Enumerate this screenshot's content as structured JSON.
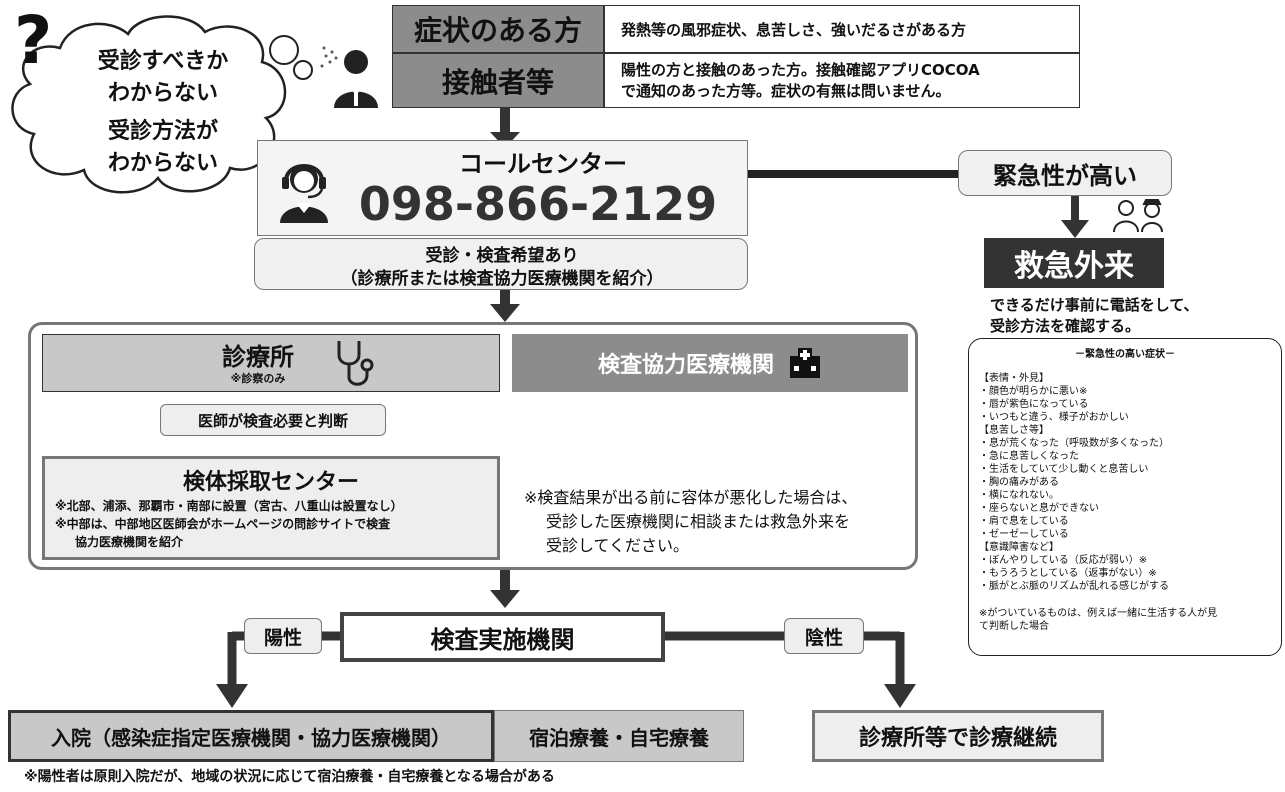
{
  "cloud": {
    "q1": "受診すべきか",
    "q2": "わからない",
    "q3": "受診方法が",
    "q4": "わからない"
  },
  "symptoms": {
    "label": "症状のある方",
    "desc": "発熱等の風邪症状、息苦しさ、強いだるさがある方"
  },
  "contact": {
    "label": "接触者等",
    "desc_line1": "陽性の方と接触のあった方。接触確認アプリCOCOA",
    "desc_line2": "で通知のあった方等。症状の有無は問いません。"
  },
  "call_center": {
    "title": "コールセンター",
    "phone": "098-866-2129"
  },
  "referral": {
    "line1": "受診・検査希望あり",
    "line2": "（診療所または検査協力医療機関を紹介）"
  },
  "urgent": {
    "label": "緊急性が高い",
    "er": "救急外来",
    "note1": "できるだけ事前に電話をして、",
    "note2": "受診方法を確認する。"
  },
  "urgent_box": {
    "title": "－緊急性の高い症状－",
    "lines": [
      "【表情・外見】",
      "・顔色が明らかに悪い※",
      "・唇が紫色になっている",
      "・いつもと違う、様子がおかしい",
      "【息苦しさ等】",
      "・息が荒くなった（呼吸数が多くなった）",
      "・急に息苦しくなった",
      "・生活をしていて少し動くと息苦しい",
      "・胸の痛みがある",
      "・横になれない。",
      "・座らないと息ができない",
      "・肩で息をしている",
      "・ゼーゼーしている",
      "【意識障害など】",
      "・ぼんやりしている（反応が弱い）※",
      "・もうろうとしている（返事がない）※",
      "・脈がとぶ脈のリズムが乱れる感じがする"
    ],
    "footnote1": "※がついているものは、例えば一緒に生活する人が見",
    "footnote2": "て判断した場合"
  },
  "clinic": {
    "label": "診療所",
    "sub": "※診察のみ",
    "doctor_judge": "医師が検査必要と判断"
  },
  "cooperating": {
    "label": "検査協力医療機関"
  },
  "specimen": {
    "title": "検体採取センター",
    "note1": "※北部、浦添、那覇市・南部に設置（宮古、八重山は設置なし）",
    "note2": "※中部は、中部地区医師会がホームページの問診サイトで検査",
    "note3": "協力医療機関を紹介"
  },
  "worsen": {
    "line1": "※検査結果が出る前に容体が悪化した場合は、",
    "line2": "受診した医療機関に相談または救急外来を",
    "line3": "受診してください。"
  },
  "testing": {
    "label": "検査実施機関",
    "positive": "陽性",
    "negative": "陰性"
  },
  "outcomes": {
    "hospital": "入院（感染症指定医療機関・協力医療機関）",
    "home": "宿泊療養・自宅療養",
    "continue": "診療所等で診療継続",
    "note": "※陽性者は原則入院だが、地域の状況に応じて宿泊療養・自宅療養となる場合がある"
  },
  "icons": [
    "question-mark-icon",
    "cough-person-icon",
    "operator-headset-icon",
    "stethoscope-icon",
    "hospital-building-icon",
    "doctor-nurse-icon"
  ]
}
